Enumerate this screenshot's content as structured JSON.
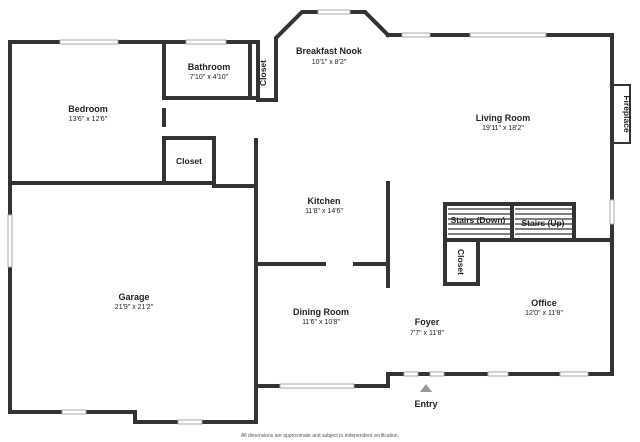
{
  "rooms": {
    "breakfast_nook": {
      "name": "Breakfast Nook",
      "dims": "10'1\" x 8'2\""
    },
    "bathroom": {
      "name": "Bathroom",
      "dims": "7'10\" x 4'10\""
    },
    "bedroom": {
      "name": "Bedroom",
      "dims": "13'6\" x 12'6\""
    },
    "living_room": {
      "name": "Living Room",
      "dims": "19'11\" x 18'2\""
    },
    "kitchen": {
      "name": "Kitchen",
      "dims": "11'8\" x 14'6\""
    },
    "garage": {
      "name": "Garage",
      "dims": "21'9\" x 21'2\""
    },
    "dining_room": {
      "name": "Dining Room",
      "dims": "11'6\" x 10'8\""
    },
    "foyer": {
      "name": "Foyer",
      "dims": "7'7\" x 11'8\""
    },
    "office": {
      "name": "Office",
      "dims": "12'0\" x 11'8\""
    }
  },
  "labels": {
    "closet_top": "Closet",
    "closet_bedroom": "Closet",
    "closet_stairs": "Closet",
    "stairs_down": "Stairs (Down)",
    "stairs_up": "Stairs (Up)",
    "fireplace": "Fireplace",
    "entry": "Entry"
  },
  "disclaimer": "All dimensions are approximate and subject to independent verification."
}
